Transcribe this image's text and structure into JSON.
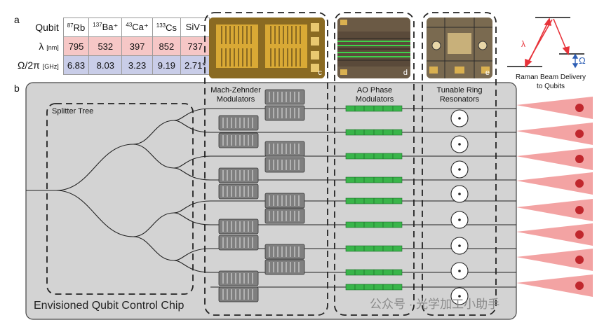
{
  "panel_a_letter": "a",
  "panel_b_letter": "b",
  "table": {
    "row_labels": {
      "qubit": "Qubit",
      "lambda": "λ",
      "lambda_unit": "[nm]",
      "omega": "Ω/2π",
      "omega_unit": "[GHz]"
    },
    "columns": [
      {
        "iso": "87",
        "name": "Rb",
        "lambda": "795",
        "omega": "6.83"
      },
      {
        "iso": "137",
        "name": "Ba⁺",
        "lambda": "532",
        "omega": "8.03"
      },
      {
        "iso": "43",
        "name": "Ca⁺",
        "lambda": "397",
        "omega": "3.23"
      },
      {
        "iso": "133",
        "name": "Cs",
        "lambda": "852",
        "omega": "9.19"
      },
      {
        "iso": "",
        "name": "SiV⁻",
        "lambda": "737",
        "omega": "2.71*"
      }
    ]
  },
  "photos": {
    "c": "c",
    "d": "d",
    "e": "e"
  },
  "energy_diagram": {
    "lambda_label": "λ",
    "omega_label": "Ω",
    "caption": "Raman Beam Delivery to Qubits"
  },
  "chip": {
    "title": "Envisioned Qubit Control Chip",
    "splitter_label": "Splitter Tree",
    "mzm_label": "Mach-Zehnder Modulators",
    "ao_label": "AO Phase Modulators",
    "ring_label": "Tunable Ring Resonators"
  },
  "watermark": "公众号 · 光学加工小助手",
  "colors": {
    "chip_bg": "#d3d3d3",
    "lambda_row": "#f6c7c6",
    "omega_row": "#c9cde8",
    "ao_green": "#39b54a",
    "beam": "#f29a9a",
    "qubit": "#c0272d",
    "arrow": "#e8333a",
    "omega_arrow": "#2e5fb5"
  }
}
